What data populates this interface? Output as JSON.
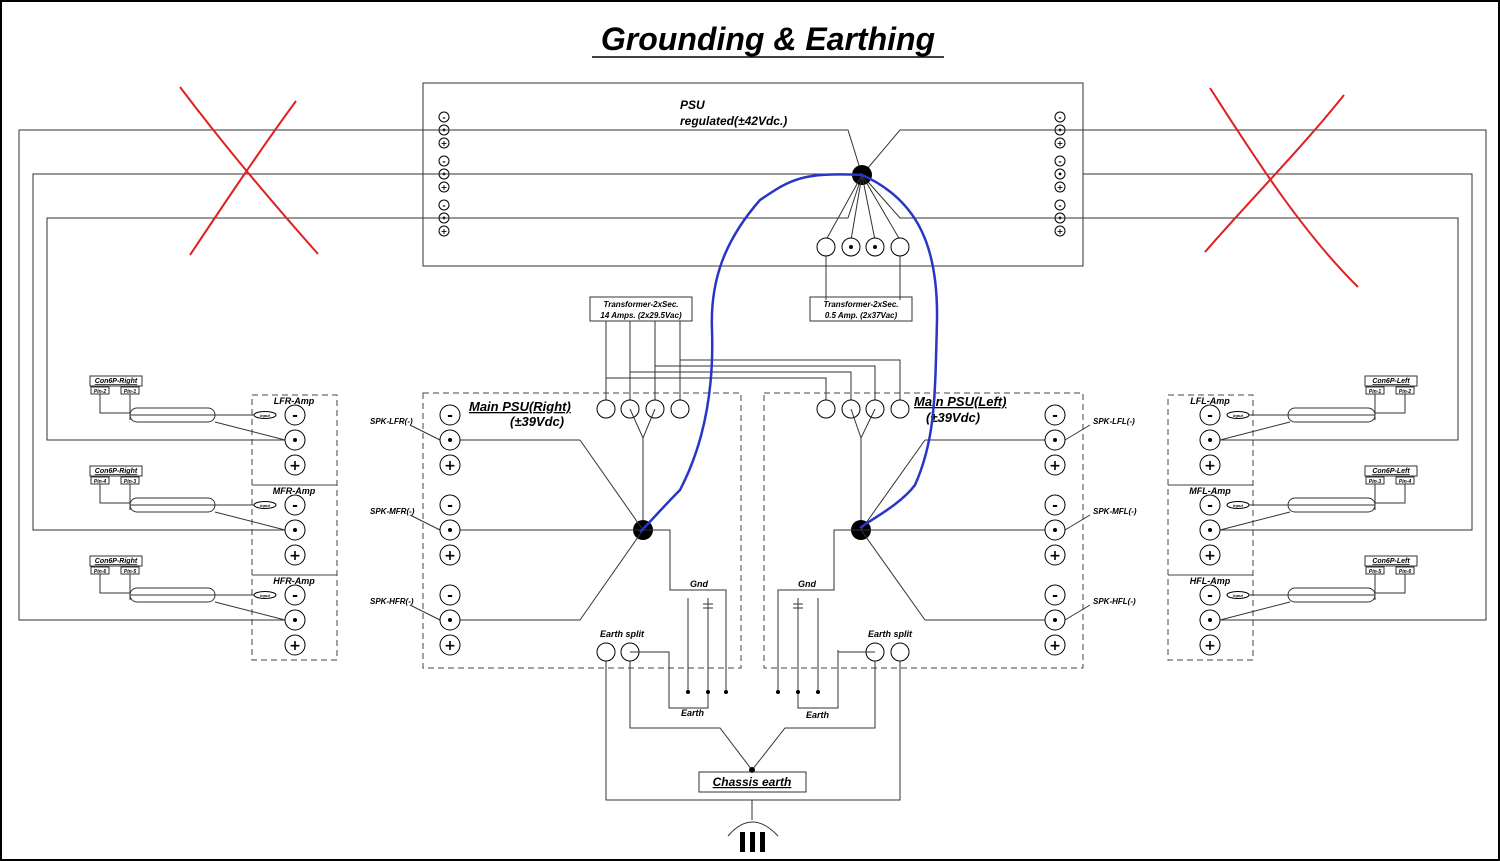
{
  "title": "Grounding & Earthing",
  "psu": {
    "line1": "PSU",
    "line2": "regulated(±42Vdc.)"
  },
  "transformer_right": {
    "line1": "Transformer-2xSec.",
    "line2": "14 Amps. (2x29.5Vac)"
  },
  "transformer_left": {
    "line1": "Transformer-2xSec.",
    "line2": "0.5 Amp. (2x37Vac)"
  },
  "main_psu_right": {
    "line1": "Main PSU(Right)",
    "line2": "(±39Vdc)"
  },
  "main_psu_left": {
    "line1": "Main PSU(Left)",
    "line2": "(±39Vdc)"
  },
  "amps_right": [
    "LFR-Amp",
    "MFR-Amp",
    "HFR-Amp"
  ],
  "amps_left": [
    "LFL-Amp",
    "MFL-Amp",
    "HFL-Amp"
  ],
  "spk_right": [
    "SPK-LFR(-)",
    "SPK-MFR(-)",
    "SPK-HFR(-)"
  ],
  "spk_left": [
    "SPK-LFL(-)",
    "SPK-MFL(-)",
    "SPK-HFL(-)"
  ],
  "con_right": {
    "label": "Con6P-Right",
    "pins": [
      [
        "Pin-2",
        "Pin-1"
      ],
      [
        "Pin-4",
        "Pin-3"
      ],
      [
        "Pin-6",
        "Pin-5"
      ]
    ]
  },
  "con_left": {
    "label": "Con6P-Left",
    "pins": [
      [
        "Pin-1",
        "Pin-2"
      ],
      [
        "Pin-3",
        "Pin-4"
      ],
      [
        "Pin-5",
        "Pin-6"
      ]
    ]
  },
  "input_label": "Input",
  "gnd": "Gnd",
  "earth": "Earth",
  "earth_split": "Earth split",
  "chassis_earth": "Chassis earth",
  "symbols": {
    "minus": "-",
    "dot": "•",
    "plus": "+"
  },
  "colors": {
    "annotation_blue": "#2a35c8",
    "annotation_red": "#e02020"
  }
}
